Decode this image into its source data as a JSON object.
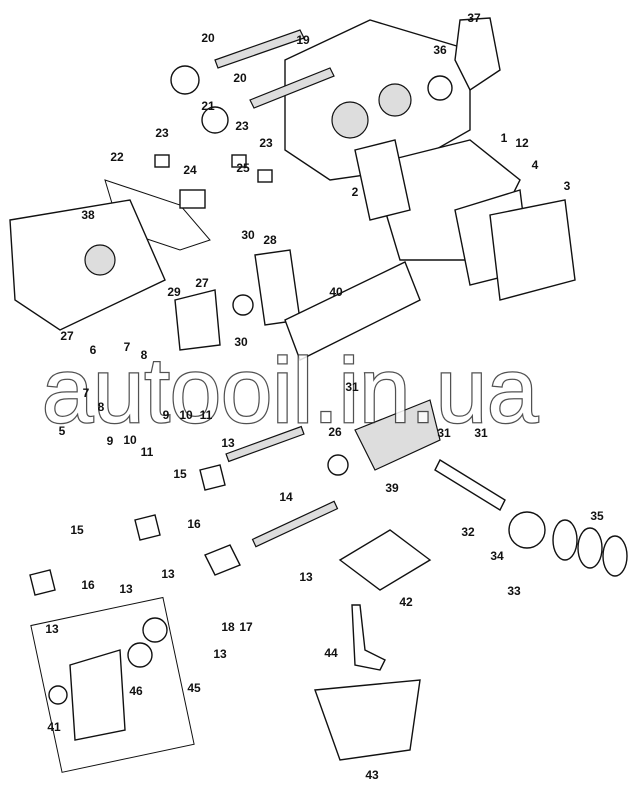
{
  "watermark": "autooil.in.ua",
  "callouts": [
    "37",
    "36",
    "20",
    "19",
    "20",
    "21",
    "23",
    "1",
    "12",
    "23",
    "23",
    "22",
    "25",
    "24",
    "4",
    "3",
    "2",
    "38",
    "30",
    "28",
    "27",
    "29",
    "40",
    "27",
    "30",
    "7",
    "8",
    "6",
    "31",
    "5",
    "9",
    "10",
    "11",
    "9",
    "10",
    "11",
    "13",
    "26",
    "31",
    "31",
    "39",
    "15",
    "16",
    "14",
    "32",
    "35",
    "15",
    "16",
    "13",
    "13",
    "13",
    "34",
    "33",
    "42",
    "13",
    "18",
    "17",
    "13",
    "44",
    "45",
    "46",
    "41",
    "43",
    "8",
    "7"
  ]
}
